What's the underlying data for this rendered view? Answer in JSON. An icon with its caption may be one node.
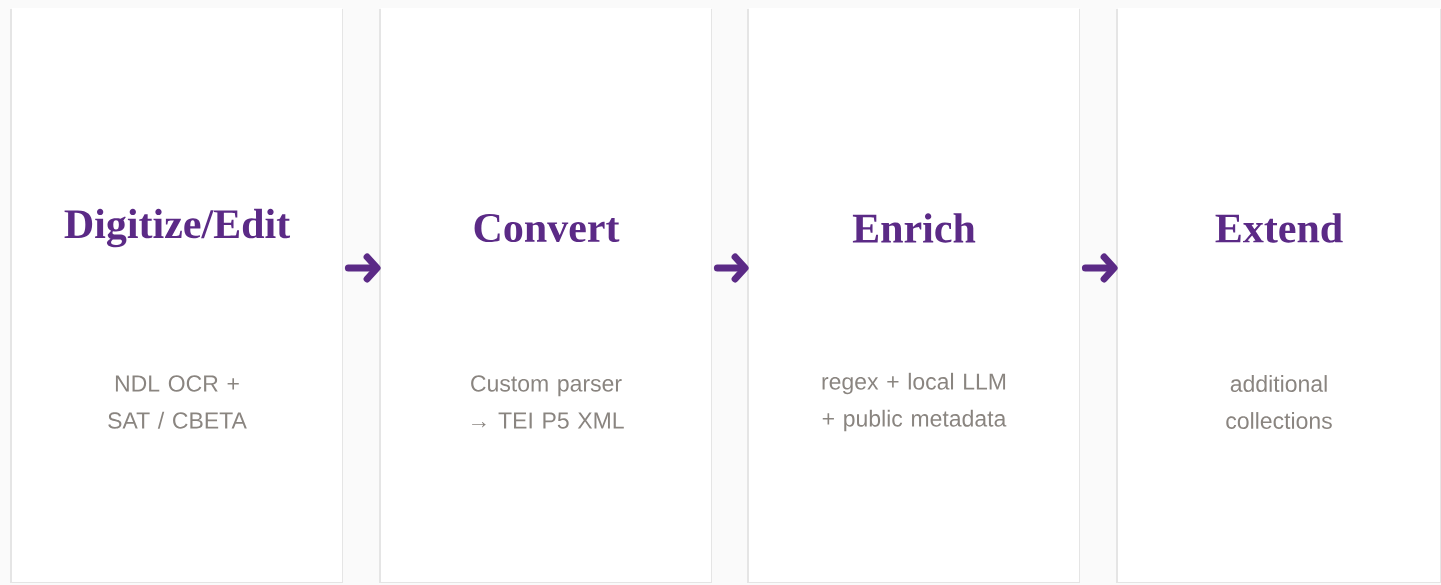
{
  "diagram": {
    "nodes": [
      {
        "text": [
          "Digitize/Edit",
          "NDL OCR + SAT / CBETA"
        ]
      },
      {
        "text": [
          "Convert",
          "Custom parser → TEI P5 XML"
        ]
      },
      {
        "text": [
          "Enrich",
          "regex + local LLM + public metadata"
        ]
      },
      {
        "text": [
          "Extend",
          "additional collections"
        ]
      }
    ],
    "edges": [
      {
        "from": 0,
        "to": 1,
        "arrow": "to"
      },
      {
        "from": 1,
        "to": 2,
        "arrow": "to"
      },
      {
        "from": 2,
        "to": 3,
        "arrow": "to"
      }
    ]
  }
}
